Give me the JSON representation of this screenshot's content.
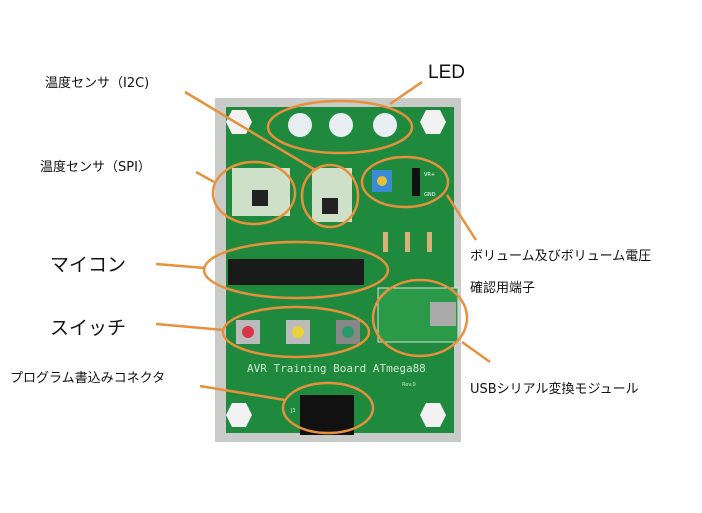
{
  "labels": {
    "temp_i2c": "温度センサ（I2C)",
    "temp_spi": "温度センサ（SPI）",
    "led": "LED",
    "mcu": "マイコン",
    "switch": "スイッチ",
    "programmer": "プログラム書込みコネクタ",
    "volume_line1": "ボリューム及びボリューム電圧",
    "volume_line2": "確認用端子",
    "usb": "USBシリアル変換モジュール"
  },
  "board": {
    "silkscreen": "AVR Training Board ATmega88",
    "rev": "Rev.0",
    "vr_label": "VR+",
    "gnd_label": "GND",
    "connector_ref": "J1"
  },
  "colors": {
    "annotation": "#e8903c",
    "pcb": "#1f8a3e",
    "background_photo": "#c9cbc8"
  }
}
